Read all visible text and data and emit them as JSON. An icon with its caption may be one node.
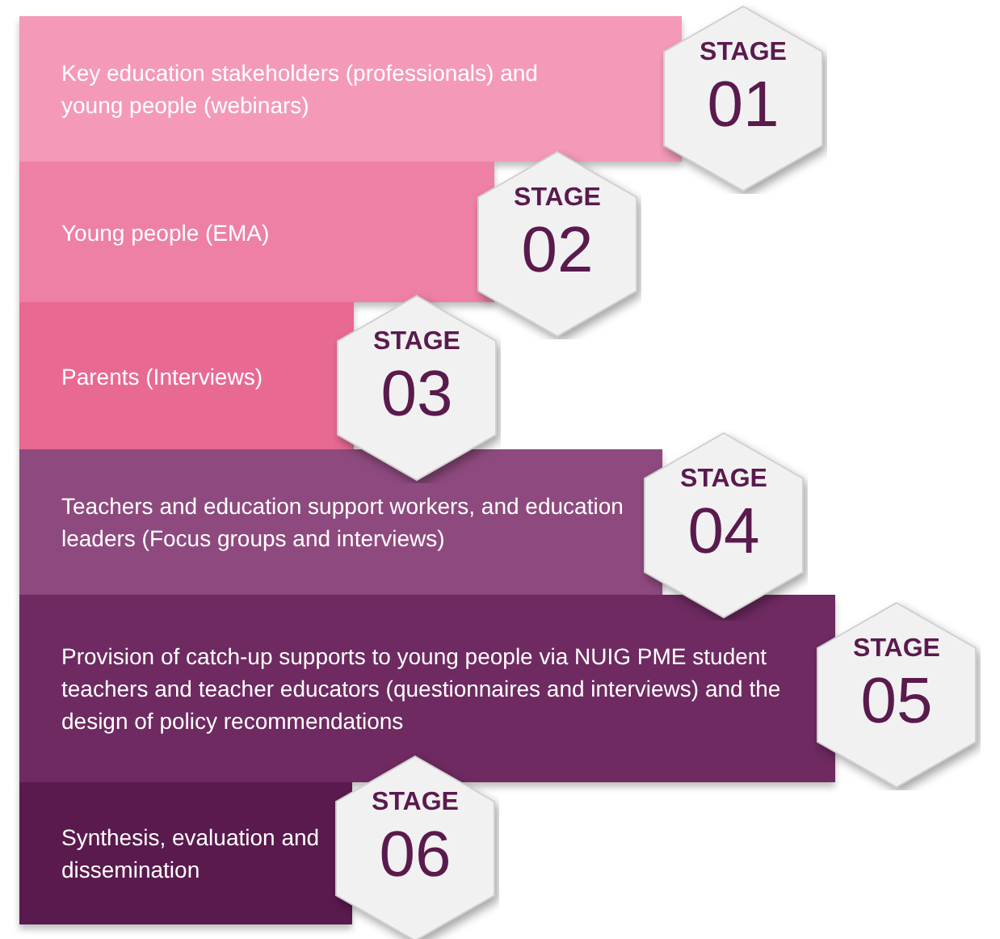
{
  "diagram": {
    "nodes": [
      {
        "text": [
          "Key education stakeholders (professionals) and young people (webinars)"
        ]
      },
      {
        "text": [
          "STAGE",
          "01"
        ]
      },
      {
        "text": [
          "Young people (EMA)"
        ]
      },
      {
        "text": [
          "STAGE",
          "02"
        ]
      },
      {
        "text": [
          "Parents (Interviews)"
        ]
      },
      {
        "text": [
          "STAGE",
          "03"
        ]
      },
      {
        "text": [
          "Teachers and education support workers, and education leaders (Focus groups and interviews)"
        ]
      },
      {
        "text": [
          "STAGE",
          "04"
        ]
      },
      {
        "text": [
          "Provision of catch-up supports to young people via NUIG PME student teachers and teacher educators (questionnaires and interviews) and the design of policy recommendations"
        ]
      },
      {
        "text": [
          "STAGE",
          "05"
        ]
      },
      {
        "text": [
          "Synthesis, evaluation and dissemination"
        ]
      },
      {
        "text": [
          "STAGE",
          "06"
        ]
      }
    ]
  }
}
